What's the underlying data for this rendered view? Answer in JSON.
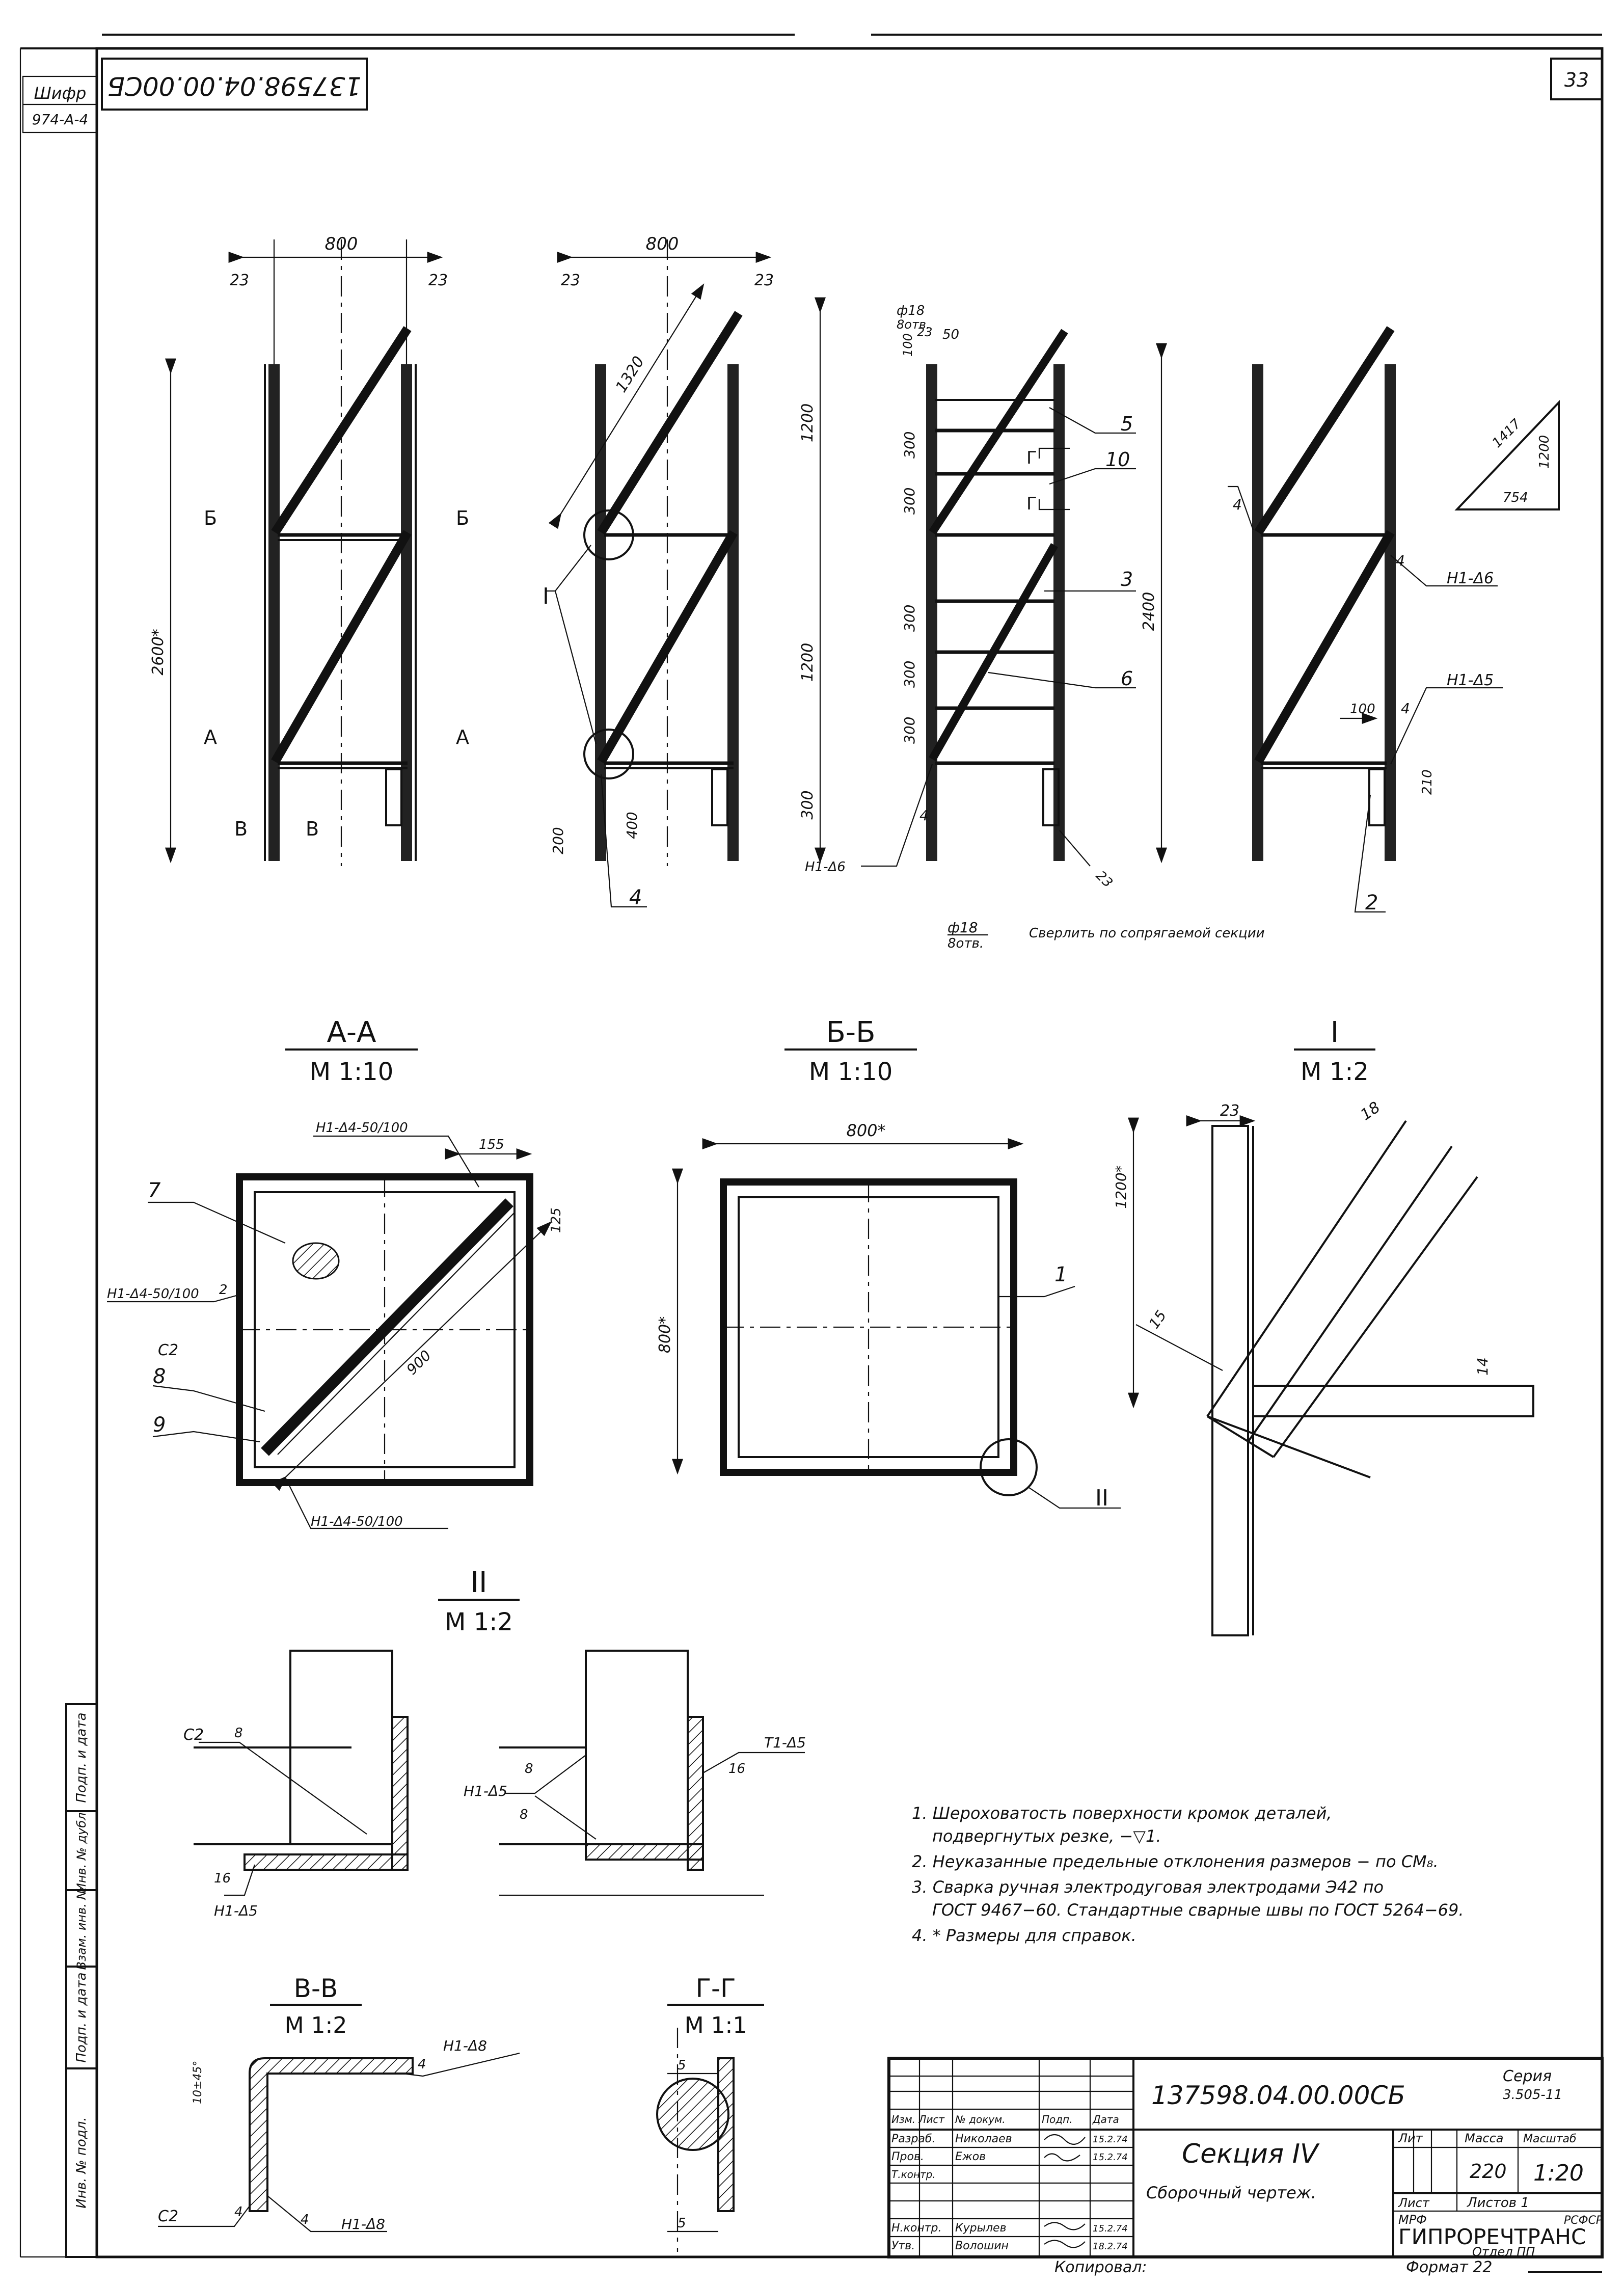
{
  "header": {
    "cipher_label": "Шифр",
    "cipher_value": "974-А-4",
    "doc_code_rotated": "137598.04.00.00СБ",
    "sheet_number": "33"
  },
  "views": {
    "front1": {
      "width_dim": "800",
      "left_offset": "23",
      "right_offset": "23",
      "height_dim": "2600*",
      "section_b_label": "Б",
      "section_a_label": "А",
      "section_v_label": "В"
    },
    "front2": {
      "width_dim": "800",
      "left_offset": "23",
      "right_offset": "23",
      "diag_dim": "1320",
      "h1": "1200",
      "h2": "1200",
      "h3": "300",
      "bottom_200": "200",
      "bottom_400": "400",
      "callout_I": "I",
      "callout_4": "4"
    },
    "front3": {
      "hole": "ф18",
      "hole_sub": "8отв.",
      "d23": "23",
      "d50": "50",
      "d100": "100",
      "s300_1": "300",
      "s300_2": "300",
      "s300_3": "300",
      "s300_4": "300",
      "s300_5": "300",
      "h2400": "2400",
      "pos5": "5",
      "pos10": "10",
      "pos3": "3",
      "pos6": "6",
      "g1": "Г",
      "g2": "Г",
      "weld": "Н1-Δ6",
      "w4": "4",
      "d23b": "23",
      "note_hole": "ф18",
      "note_sub": "8отв.",
      "note_text": "Сверлить по сопрягаемой секции"
    },
    "front4": {
      "tri_1417": "1417",
      "tri_1200": "1200",
      "tri_754": "754",
      "w4a": "4",
      "weld1": "Н1-Δ6",
      "w4b": "4",
      "weld2": "Н1-Δ5",
      "w4c": "4",
      "d100": "100",
      "d210": "210",
      "pos2": "2"
    }
  },
  "sections": {
    "aa": {
      "title": "А-А",
      "scale": "М 1:10",
      "weld_top": "Н1-Δ4-50/100",
      "d155": "155",
      "d125": "125",
      "pos7": "7",
      "weld_left": "Н1-Δ4-50/100",
      "w2": "2",
      "c2": "С2",
      "pos8": "8",
      "pos9": "9",
      "d900": "900",
      "weld_bottom": "Н1-Δ4-50/100"
    },
    "bb": {
      "title": "Б-Б",
      "scale": "М 1:10",
      "w800": "800*",
      "h800": "800*",
      "pos1": "1",
      "callout_II": "II"
    },
    "I": {
      "title": "I",
      "scale": "М 1:2",
      "d23": "23",
      "d18": "18",
      "d1200": "1200*",
      "d15": "15",
      "d14": "14"
    },
    "II": {
      "title": "II",
      "scale": "М 1:2",
      "c2": "С2",
      "w8a": "8",
      "weld_b": "Н1-Δ5",
      "w16a": "16",
      "weld_l": "Н1-Δ5",
      "w8b": "8",
      "w8c": "8",
      "w16b": "16",
      "t1": "Т1-Δ5"
    },
    "vv": {
      "title": "В-В",
      "scale": "М 1:2",
      "d10": "10±45°",
      "w4a": "4",
      "weld_t": "Н1-Δ8",
      "c2": "С2",
      "w4b": "4",
      "w4c": "4",
      "weld_b": "Н1-Δ8"
    },
    "gg": {
      "title": "Г-Г",
      "scale": "М 1:1",
      "d5a": "5",
      "d5b": "5"
    }
  },
  "notes": [
    "1. Шероховатость поверхности кромок деталей,",
    "подвергнутых резке, −▽1.",
    "2. Неуказанные предельные отклонения размеров − по СМ₈.",
    "3. Сварка ручная электродуговая электродами Э42 по",
    "ГОСТ 9467−60. Стандартные сварные швы по ГОСТ 5264−69.",
    "4. * Размеры для справок."
  ],
  "side_stamp": [
    "Подп. и дата",
    "Взам. инв. №",
    "Инв. № дубл.",
    "Подп. и дата",
    "Инв. № подл."
  ],
  "title_block": {
    "doc_code": "137598.04.00.00СБ",
    "series_label": "Серия",
    "series_value": "3.505-11",
    "title": "Секция IV",
    "subtitle": "Сборочный чертеж.",
    "col_lit": "Лит",
    "col_mass": "Масса",
    "col_scale": "Масштаб",
    "mass": "220",
    "scale": "1:20",
    "sheet_label": "Лист",
    "sheets_label": "Листов 1",
    "org_ministry": "МРФ",
    "org_republic": "РСФСР",
    "org_name": "ГИПРОРЕЧТРАНС",
    "org_dept": "Отдел ПП",
    "rows": [
      {
        "role": "Изм. Лист",
        "name": "№ докум.",
        "sign": "Подп.",
        "date": "Дата"
      },
      {
        "role": "Разраб.",
        "name": "Николаев",
        "sign": "",
        "date": "15.2.74"
      },
      {
        "role": "Пров.",
        "name": "Ежов",
        "sign": "",
        "date": "15.2.74"
      },
      {
        "role": "Т.контр.",
        "name": "",
        "sign": "",
        "date": ""
      },
      {
        "role": "",
        "name": "",
        "sign": "",
        "date": ""
      },
      {
        "role": "Н.контр.",
        "name": "Курылев",
        "sign": "",
        "date": "15.2.74"
      },
      {
        "role": "Утв.",
        "name": "Волошин",
        "sign": "",
        "date": "18.2.74"
      }
    ],
    "copied": "Копировал:",
    "format": "Формат 22"
  }
}
